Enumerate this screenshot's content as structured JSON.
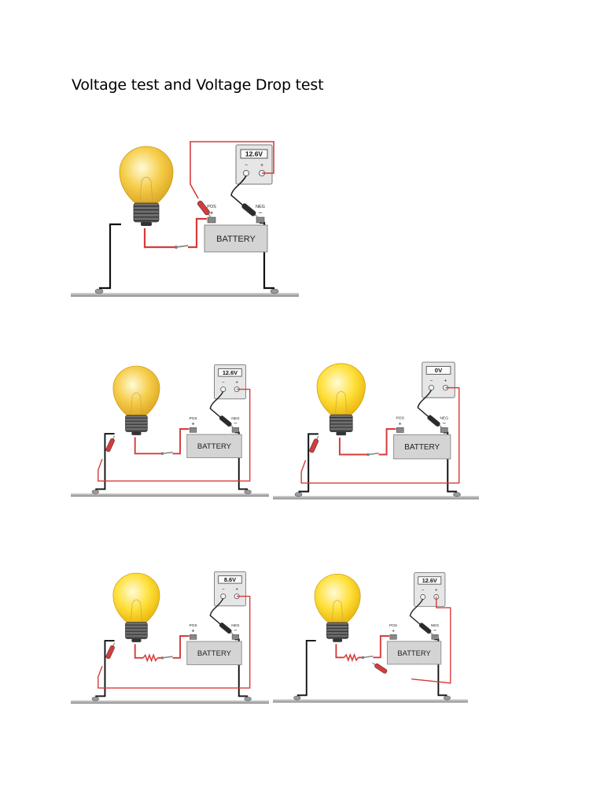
{
  "page": {
    "title": "Voltage test and Voltage Drop test"
  },
  "labels": {
    "battery": "BATTERY",
    "pos": "POS",
    "neg": "NEG",
    "plus": "+",
    "minus": "−"
  },
  "colors": {
    "bulb_lit": "#FFE03A",
    "bulb_dim": "#F6CD4A",
    "probe_red": "#D63B3B",
    "probe_black": "#222222"
  },
  "diagrams": [
    {
      "reading": "12.6V",
      "lamp": "dim",
      "resistor": false,
      "red_probe": "pos-terminal",
      "black_probe": "neg-terminal",
      "meter_side": "right-of-lamp"
    },
    {
      "reading": "12.6V",
      "lamp": "dim",
      "resistor": false,
      "red_probe": "lamp-ground-side",
      "black_probe": "neg-terminal",
      "meter_side": "right-of-lamp"
    },
    {
      "reading": "0V",
      "lamp": "lit",
      "resistor": false,
      "red_probe": "lamp-ground-side",
      "black_probe": "neg-terminal",
      "meter_side": "right-of-lamp"
    },
    {
      "reading": "8.6V",
      "lamp": "lit",
      "resistor": true,
      "red_probe": "lamp-ground-side",
      "black_probe": "neg-terminal",
      "meter_side": "right-of-lamp"
    },
    {
      "reading": "12.6V",
      "lamp": "lit",
      "resistor": true,
      "red_probe": "switch-side",
      "black_probe": "neg-terminal",
      "meter_side": "right-of-lamp"
    }
  ]
}
